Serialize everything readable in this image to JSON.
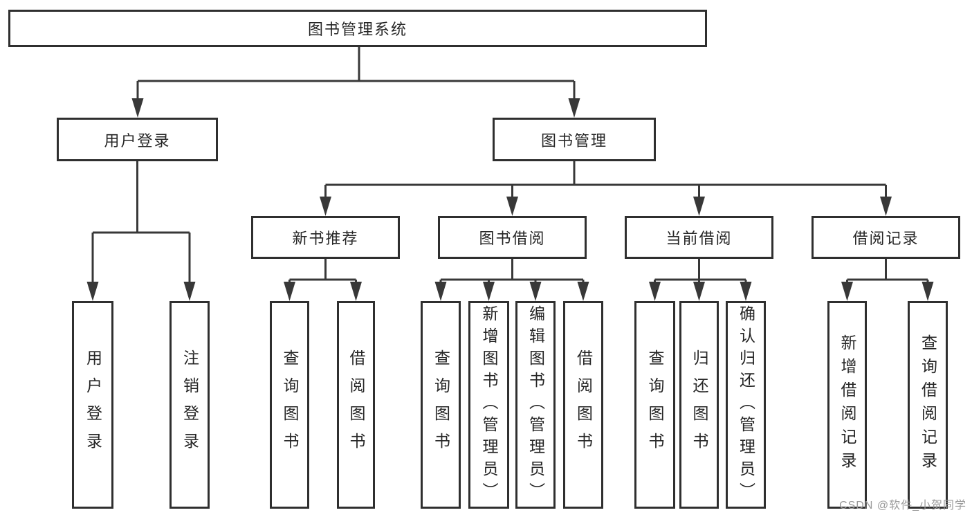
{
  "diagram": {
    "root": "图书管理系统",
    "level2": {
      "user_login": "用户登录",
      "book_management": "图书管理"
    },
    "level3": {
      "new_book_recommend": "新书推荐",
      "book_borrowing": "图书借阅",
      "current_borrowing": "当前借阅",
      "borrowing_records": "借阅记录"
    },
    "leaves": {
      "user_login": "用户登录",
      "logout": "注销登录",
      "recommend_query_book": "查询图书",
      "recommend_borrow_book": "借阅图书",
      "borrow_query_book": "查询图书",
      "borrow_add_book_admin": "新增图书（管理员）",
      "borrow_edit_book_admin": "编辑图书（管理员）",
      "borrow_borrow_book": "借阅图书",
      "current_query_book": "查询图书",
      "current_return_book": "归还图书",
      "current_confirm_return_admin": "确认归还（管理员）",
      "records_add_record": "新增借阅记录",
      "records_query_record": "查询借阅记录"
    }
  },
  "watermark": "CSDN @软件_小贺同学",
  "colors": {
    "line": "#383838",
    "box_border": "#2f2f2f",
    "text": "#262626",
    "watermark": "#9a9a9a",
    "background": "#ffffff"
  }
}
